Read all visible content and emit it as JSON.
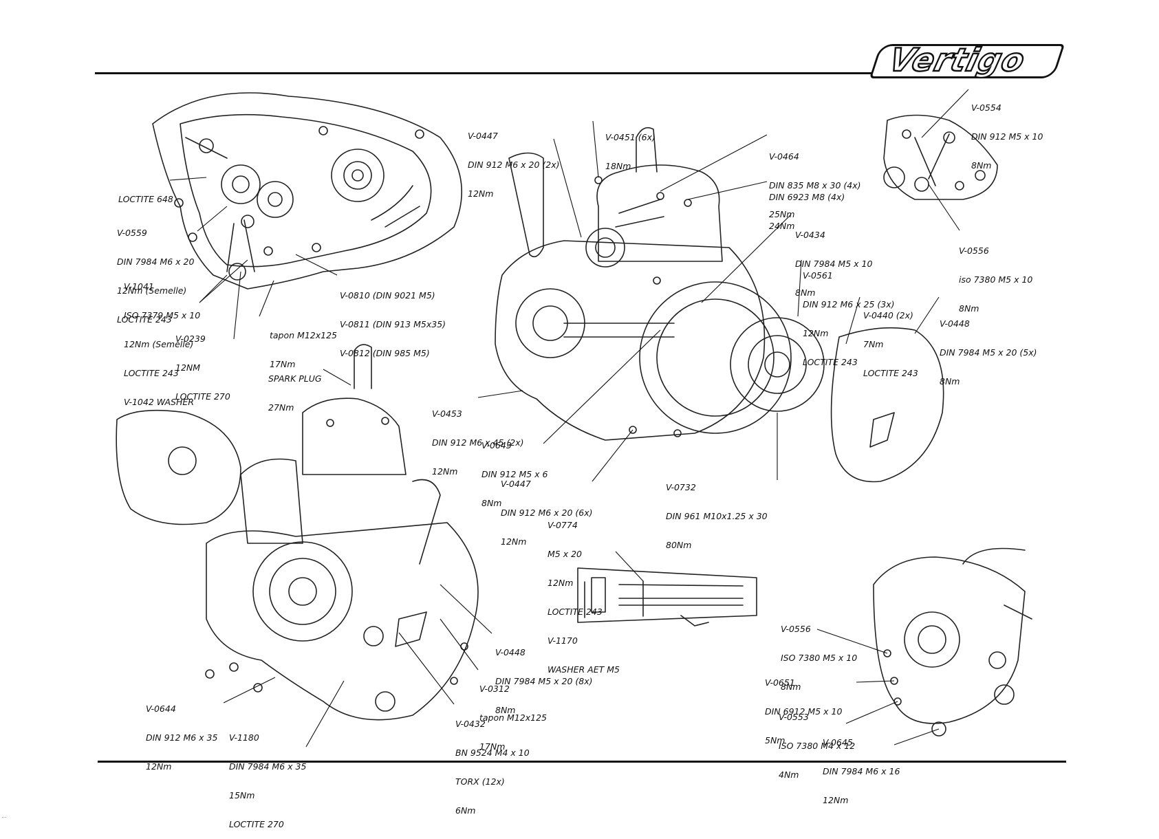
{
  "brand": {
    "logo_text": "Vertigo"
  },
  "labels": {
    "loctite_648": [
      "LOCTITE 648"
    ],
    "v0559": [
      "V-0559",
      "DIN 7984 M6 x 20",
      "12Nm (Semelle)",
      "LOCTITE 243"
    ],
    "v1041": [
      "V-1041",
      "ISO 7379 M5 x 10",
      "12Nm (Semelle)",
      "LOCTITE 243",
      "V-1042 WASHER"
    ],
    "v0239": [
      "V-0239",
      "12NM",
      "LOCTITE 270"
    ],
    "tapon_top": [
      "tapon M12x125",
      "17Nm"
    ],
    "v0810": [
      "V-0810 (DIN 9021 M5)",
      "V-0811 (DIN 913 M5x35)",
      "V-0812 (DIN 985 M5)"
    ],
    "v0447_top": [
      "V-0447",
      "DIN 912 M6 x 20 (2x)",
      "12Nm"
    ],
    "v0451": [
      "V-0451 (6x)",
      "18Nm"
    ],
    "v0464": [
      "V-0464",
      "DIN 835 M8 x 30 (4x)",
      "25Nm"
    ],
    "din6923": [
      "DIN 6923 M8 (4x)",
      "24Nm"
    ],
    "v0434": [
      "V-0434",
      "DIN 7984 M5 x 10",
      "8Nm"
    ],
    "v0561": [
      "V-0561",
      "DIN 912 M6 x 25 (3x)",
      "12Nm",
      "LOCTITE 243"
    ],
    "v0440": [
      "V-0440 (2x)",
      "7Nm",
      "LOCTITE 243"
    ],
    "v0448_right": [
      "V-0448",
      "DIN 7984 M5 x 20 (5x)",
      "8Nm"
    ],
    "v0554": [
      "V-0554",
      "DIN 912 M5 x 10",
      "8Nm"
    ],
    "v0556_top": [
      "V-0556",
      "iso 7380 M5 x 10",
      "8Nm"
    ],
    "spark_plug": [
      "SPARK PLUG",
      "27Nm"
    ],
    "v0453": [
      "V-0453",
      "DIN 912 M6 x 45 (2x)",
      "12Nm"
    ],
    "v0643": [
      "V-0643",
      "DIN 912 M5 x 6",
      "8Nm"
    ],
    "v0447_mid": [
      "V-0447",
      "DIN 912 M6 x 20 (6x)",
      "12Nm"
    ],
    "v0732": [
      "V-0732",
      "DIN 961 M10x1.25 x 30",
      "80Nm"
    ],
    "v0774": [
      "V-0774",
      "M5 x 20",
      "12Nm",
      "LOCTITE 243",
      "V-1170",
      "WASHER AET M5"
    ],
    "v0448_bottom": [
      "V-0448",
      "DIN 7984 M5 x 20 (8x)",
      "8Nm"
    ],
    "v0312": [
      "V-0312",
      "tapon M12x125",
      "17Nm"
    ],
    "v0432": [
      "V-0432",
      "BN 9524 M4 x 10",
      "TORX (12x)",
      "6Nm"
    ],
    "v0644": [
      "V-0644",
      "DIN 912 M6 x 35",
      "12Nm"
    ],
    "v1180": [
      "V-1180",
      "DIN 7984 M6 x 35",
      "15Nm",
      "LOCTITE 270"
    ],
    "v0556_bottom": [
      "V-0556",
      "ISO 7380 M5 x 10",
      "8Nm"
    ],
    "v0651": [
      "V-0651",
      "DIN 6912 M5 x 10",
      "5Nm"
    ],
    "v0553": [
      "V-0553",
      "ISO 7380 M4 x 12",
      "4Nm"
    ],
    "v0645": [
      "V-0645",
      "DIN 7984 M6 x 16",
      "12Nm"
    ]
  },
  "footer_glyph": "..."
}
